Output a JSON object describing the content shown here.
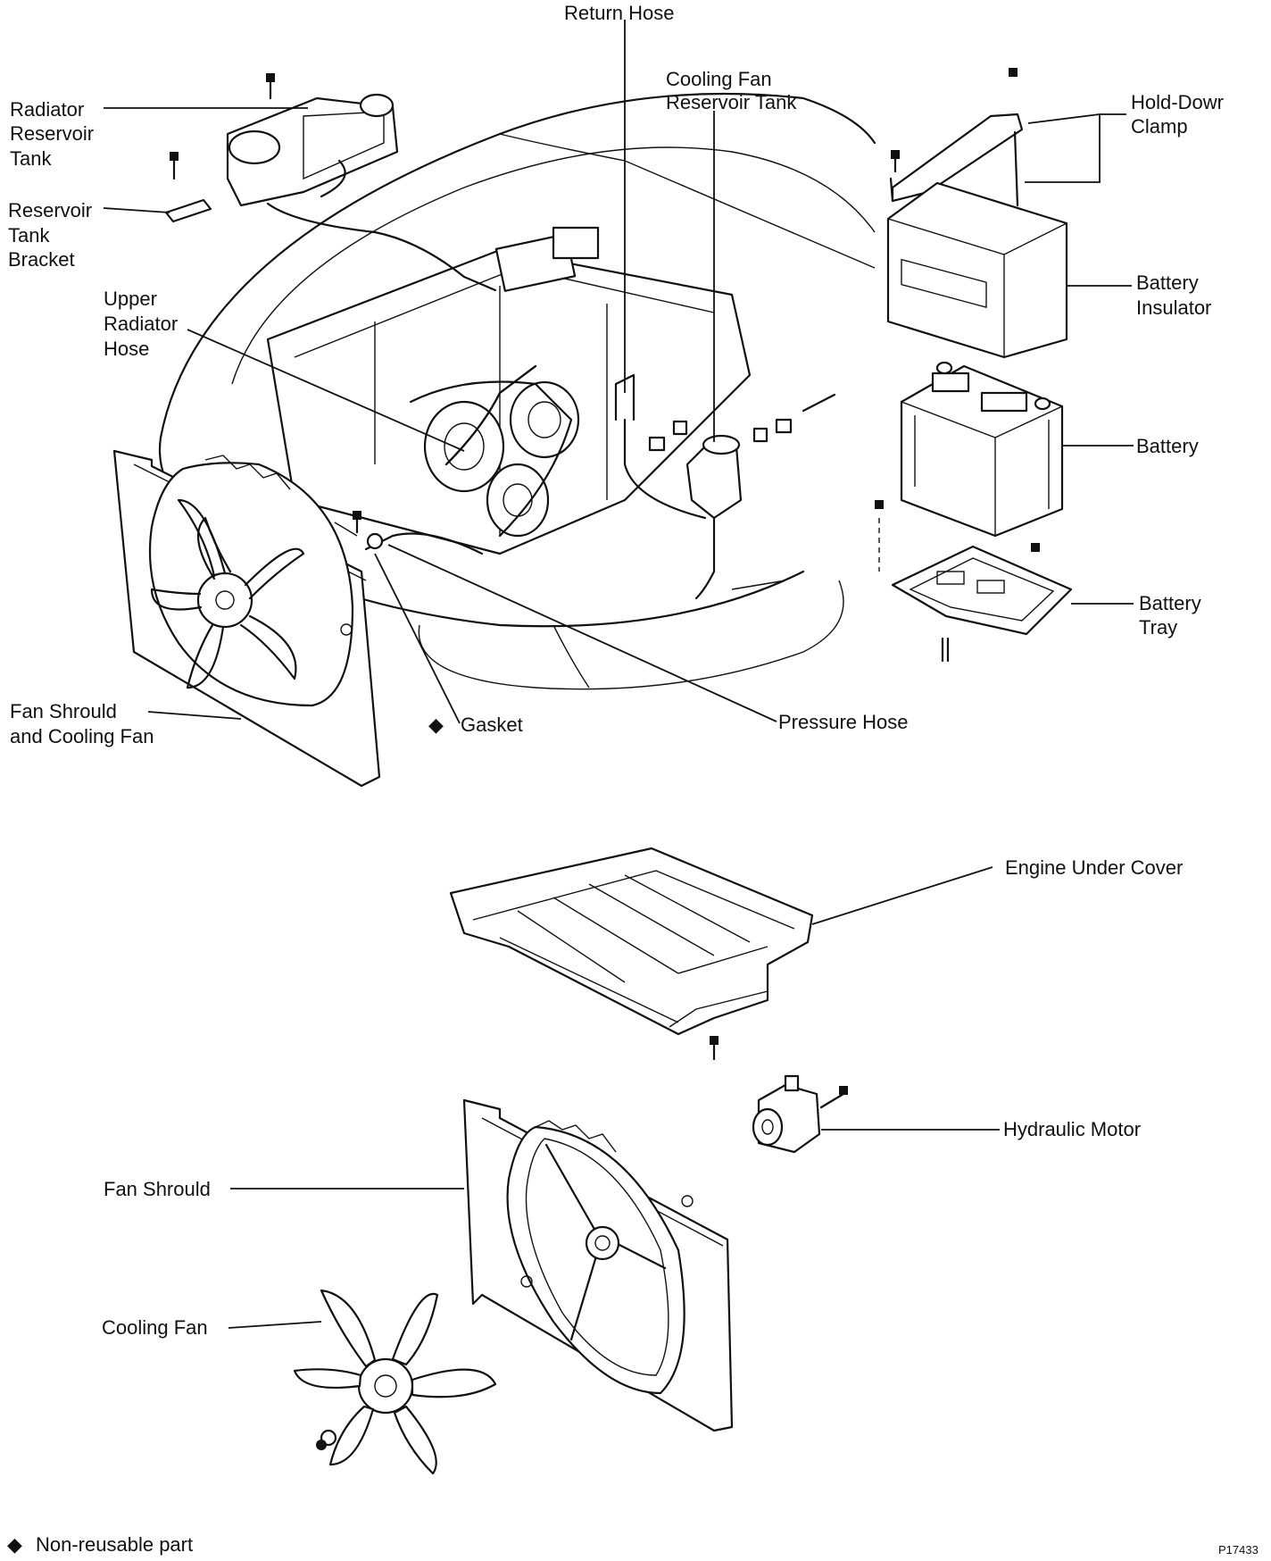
{
  "labels": {
    "return_hose": "Return Hose",
    "cooling_fan_reservoir_tank_1": "Cooling Fan",
    "cooling_fan_reservoir_tank_2": "Reservoir Tank",
    "radiator_reservoir_tank_1": "Radiator",
    "radiator_reservoir_tank_2": "Reservoir",
    "radiator_reservoir_tank_3": "Tank",
    "reservoir_tank_bracket_1": "Reservoir",
    "reservoir_tank_bracket_2": "Tank",
    "reservoir_tank_bracket_3": "Bracket",
    "hold_down_clamp_1": "Hold-Dowr",
    "hold_down_clamp_2": "Clamp",
    "upper_radiator_hose_1": "Upper",
    "upper_radiator_hose_2": "Radiator",
    "upper_radiator_hose_3": "Hose",
    "battery_insulator_1": "Battery",
    "battery_insulator_2": "Insulator",
    "battery": "Battery",
    "battery_tray_1": "Battery",
    "battery_tray_2": "Tray",
    "fan_shroud_and_cooling_fan_1": "Fan Shrould",
    "fan_shroud_and_cooling_fan_2": "and Cooling Fan",
    "gasket": "Gasket",
    "pressure_hose": "Pressure Hose",
    "engine_under_cover": "Engine Under Cover",
    "hydraulic_motor": "Hydraulic Motor",
    "fan_shroud": "Fan Shrould",
    "cooling_fan": "Cooling Fan"
  },
  "legend": {
    "symbol": "◆",
    "text": "Non-reusable part"
  },
  "figure_code": "P17433"
}
